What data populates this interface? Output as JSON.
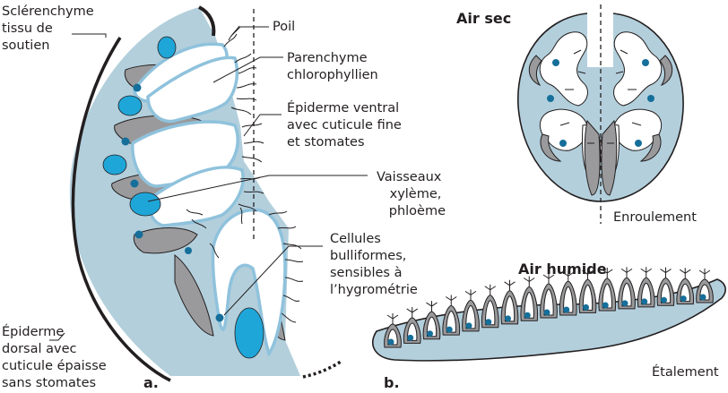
{
  "panel_a": {
    "letter": "a.",
    "labels": {
      "sclerenchyme": [
        "Sclérenchyme",
        "tissu de",
        "soutien"
      ],
      "poil": [
        "Poil"
      ],
      "parenchyme": [
        "Parenchyme",
        "chlorophyllien"
      ],
      "epiderme_ventral": [
        "Épiderme ventral",
        "avec cuticule fine",
        "et stomates"
      ],
      "vaisseaux": [
        "Vaisseaux",
        "xylème,",
        "phloème"
      ],
      "cellules": [
        "Cellules",
        "bulliformes,",
        "sensibles à",
        "l’hygrométrie"
      ],
      "epiderme_dorsal": [
        "Épiderme",
        "dorsal avec",
        "cuticule épaisse",
        "sans stomates"
      ]
    }
  },
  "panel_b": {
    "letter": "b.",
    "title_dry": "Air sec",
    "caption_dry": "Enroulement",
    "title_humid": "Air humide",
    "caption_humid": "Étalement"
  },
  "colors": {
    "tissue": "#b3cfdc",
    "vessel": "#1fa6d8",
    "gray_cells": "#9a9a9c",
    "epidermis_highlight": "#8fc2dc"
  }
}
